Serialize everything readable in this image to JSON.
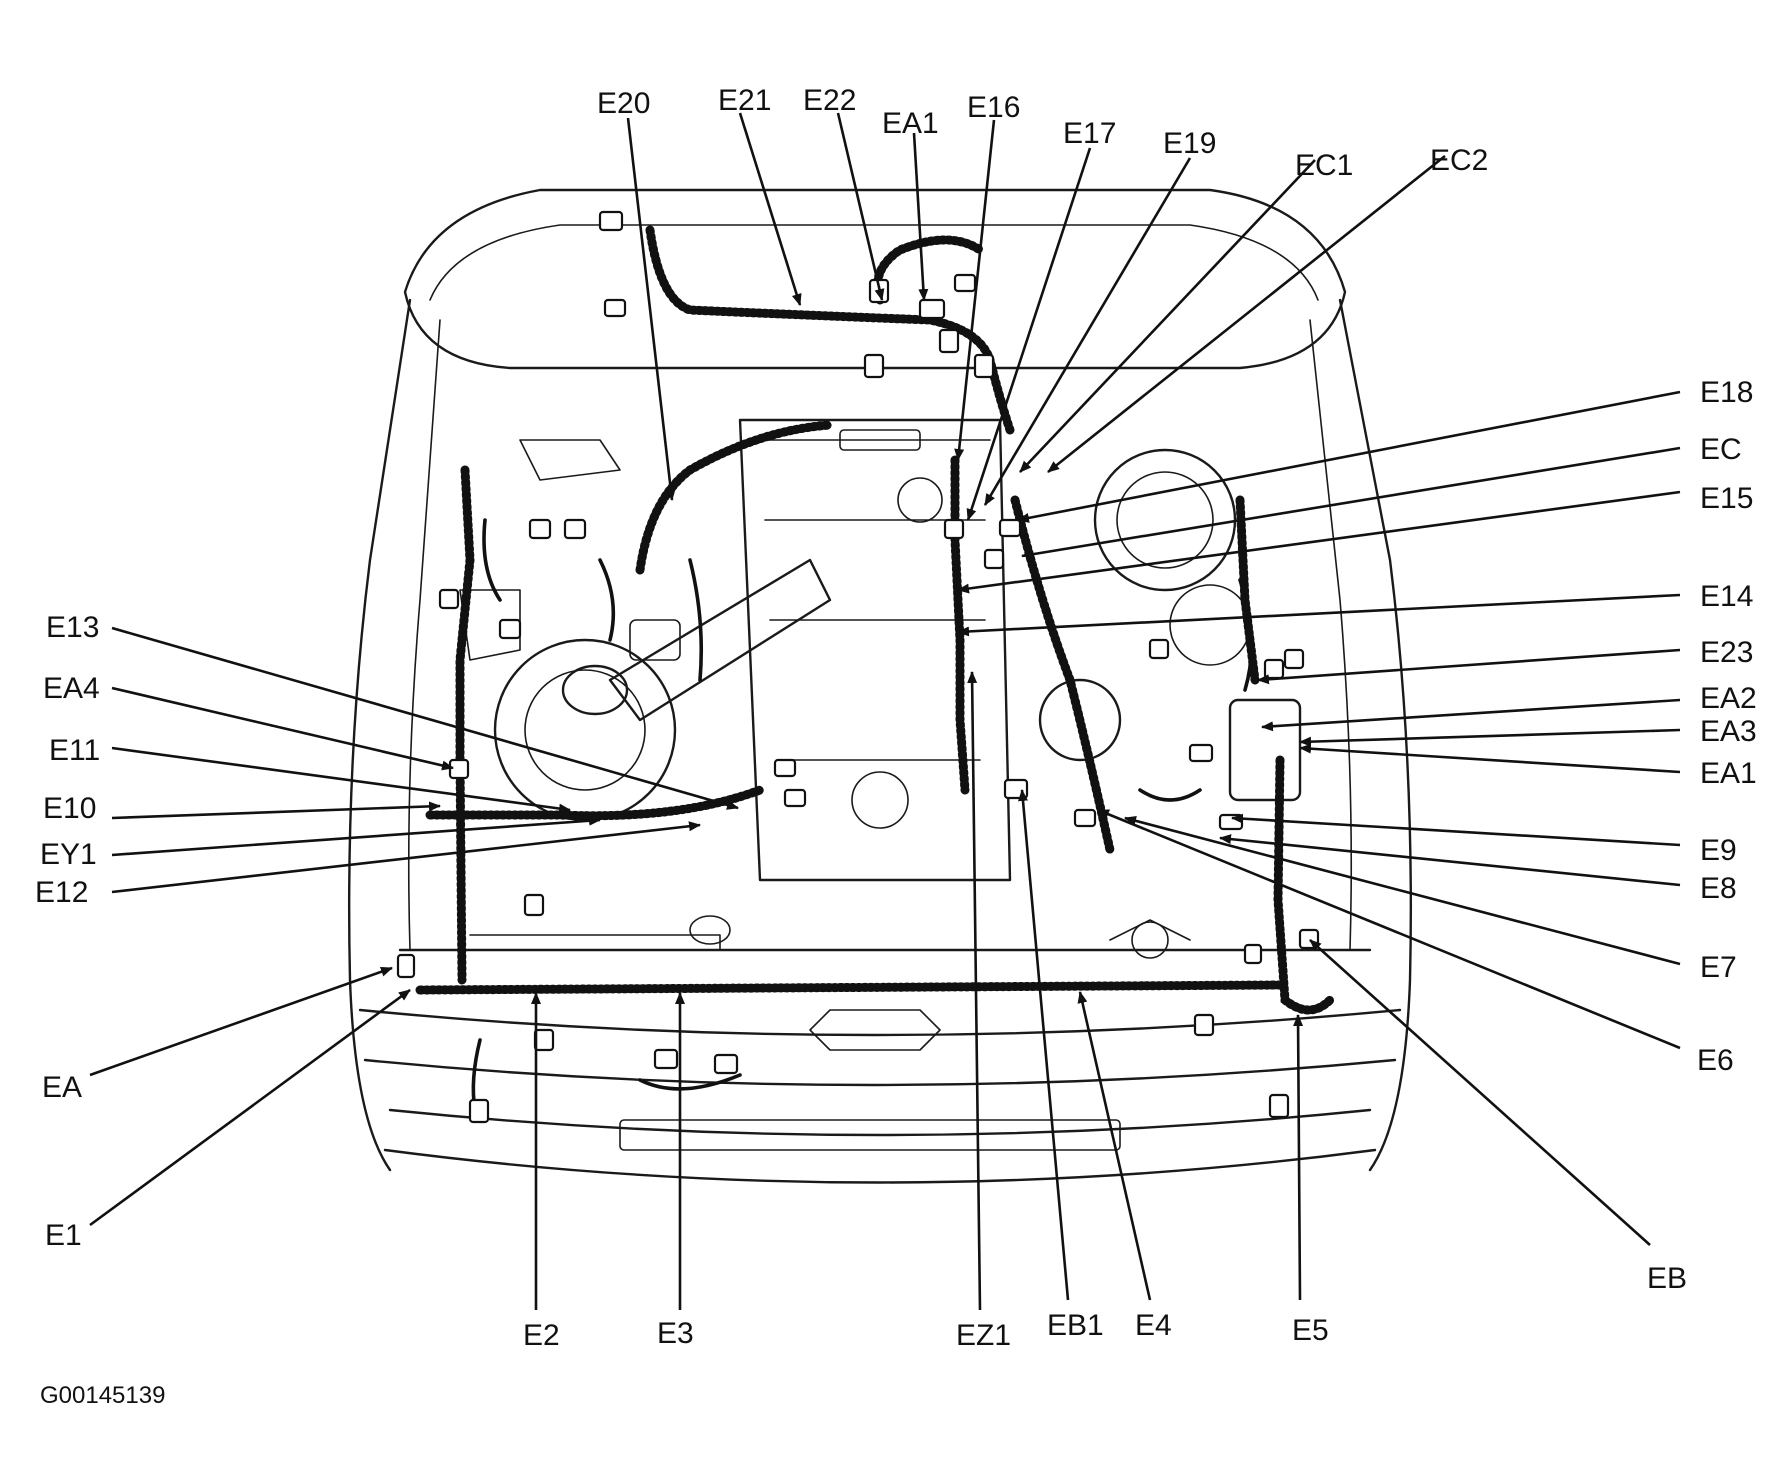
{
  "figure_code": "G00145139",
  "labels": [
    "E20",
    "E21",
    "E22",
    "EA1",
    "E16",
    "E17",
    "E19",
    "EC1",
    "EC2",
    "E18",
    "EC",
    "E15",
    "E14",
    "E23",
    "EA2",
    "EA3",
    "EA1",
    "E9",
    "E8",
    "E7",
    "E6",
    "EB",
    "E13",
    "EA4",
    "E11",
    "E10",
    "EY1",
    "E12",
    "EA",
    "E1",
    "E2",
    "E3",
    "EZ1",
    "EB1",
    "E4",
    "E5"
  ]
}
